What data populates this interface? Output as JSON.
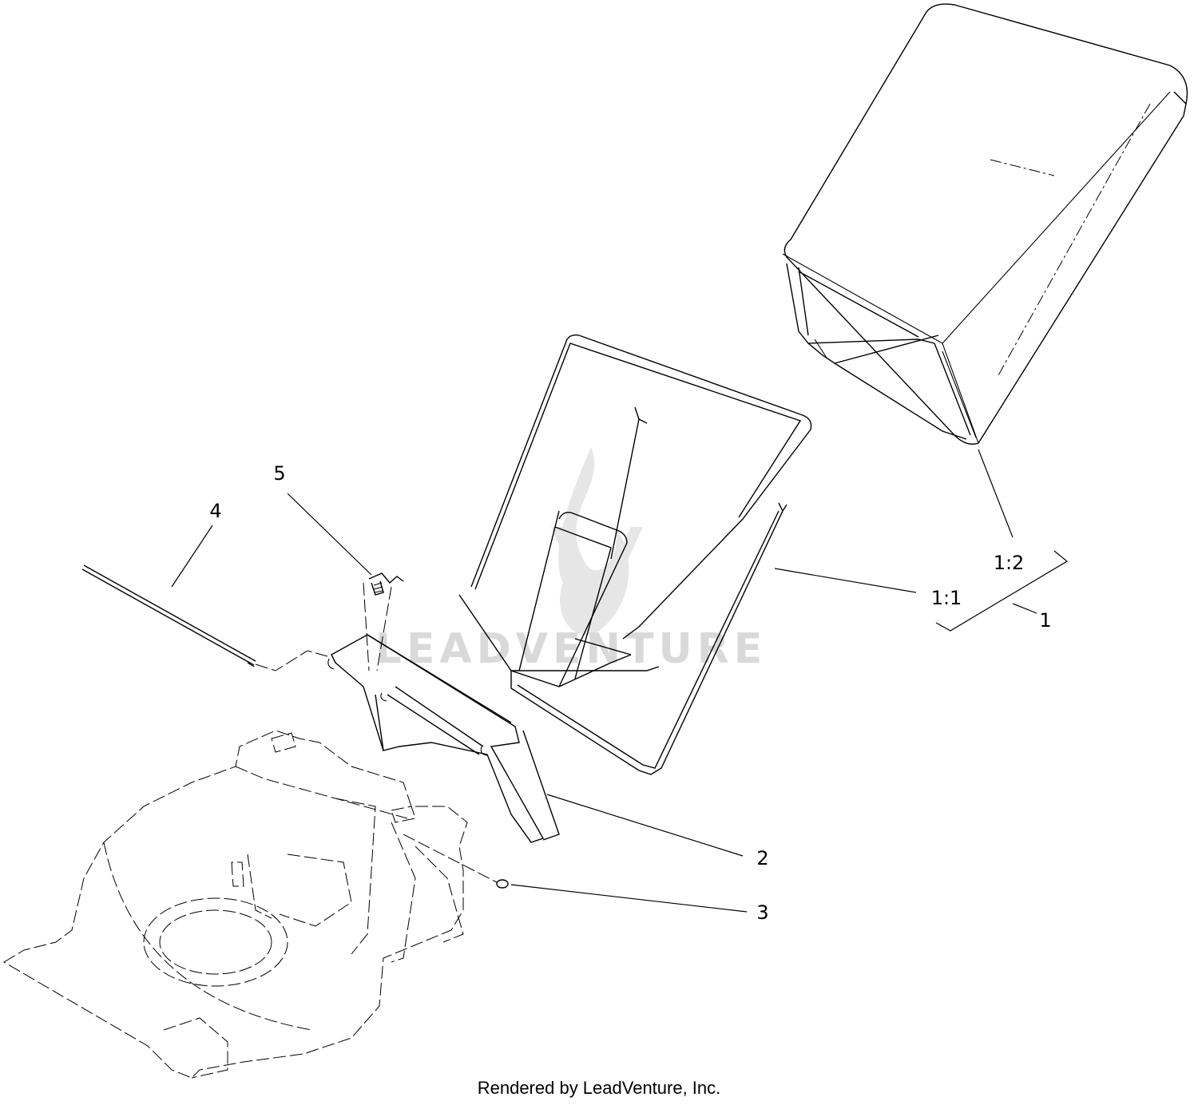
{
  "watermark": {
    "text": "LEADVENTURE"
  },
  "callouts": {
    "c1": "1",
    "c1_1": "1:1",
    "c1_2": "1:2",
    "c2": "2",
    "c3": "3",
    "c4": "4",
    "c5": "5"
  },
  "footer": {
    "text": "Rendered by LeadVenture, Inc."
  }
}
